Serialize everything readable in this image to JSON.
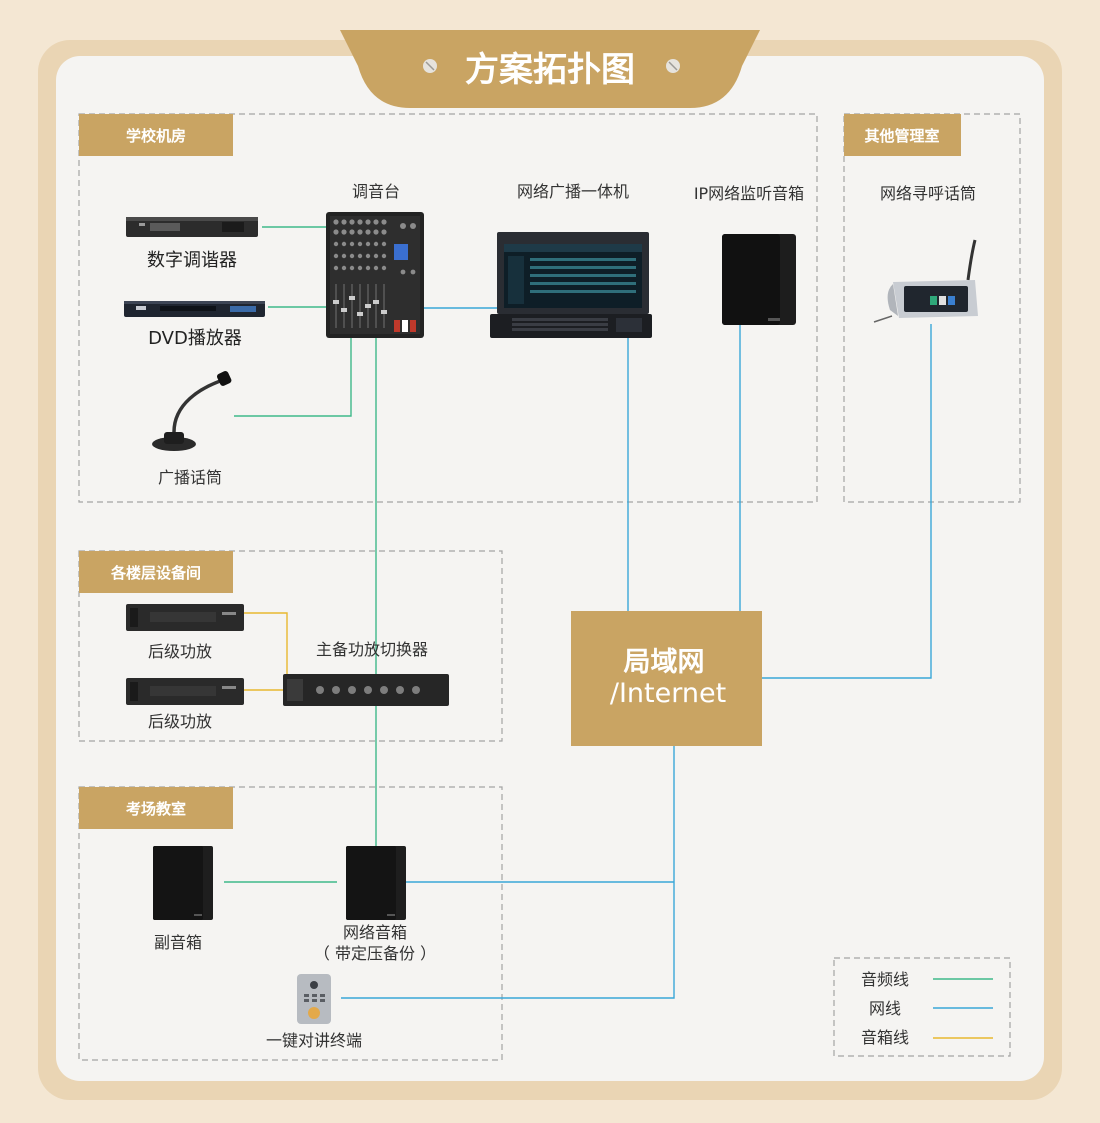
{
  "title": "方案拓扑图",
  "sections": {
    "machine_room": "学校机房",
    "other_mgmt": "其他管理室",
    "floor_equipment": "各楼层设备间",
    "exam_room": "考场教室"
  },
  "devices": {
    "mixer": "调音台",
    "network_host": "网络广播一体机",
    "ip_monitor_speaker": "IP网络监听音箱",
    "digital_tuner": "数字调谐器",
    "dvd_player": "DVD播放器",
    "broadcast_mic": "广播话筒",
    "paging_mic": "网络寻呼话筒",
    "rear_amp_1": "后级功放",
    "rear_amp_2": "后级功放",
    "amp_switcher": "主备功放切换器",
    "lan_line1": "局域网",
    "lan_line2": "/Internet",
    "sub_speaker": "副音箱",
    "network_speaker_line1": "网络音箱",
    "network_speaker_line2": "（ 带定压备份 ）",
    "intercom_terminal": "一键对讲终端"
  },
  "legend": {
    "audio_line": "音频线",
    "network_line": "网线",
    "speaker_line": "音箱线"
  },
  "colors": {
    "audio_line": "#3fb98a",
    "network_line": "#3aa7d8",
    "speaker_line": "#e8b830",
    "accent_gold": "#c9a463",
    "page_background": "#f4e7d3",
    "panel_background": "#f5f4f2"
  }
}
